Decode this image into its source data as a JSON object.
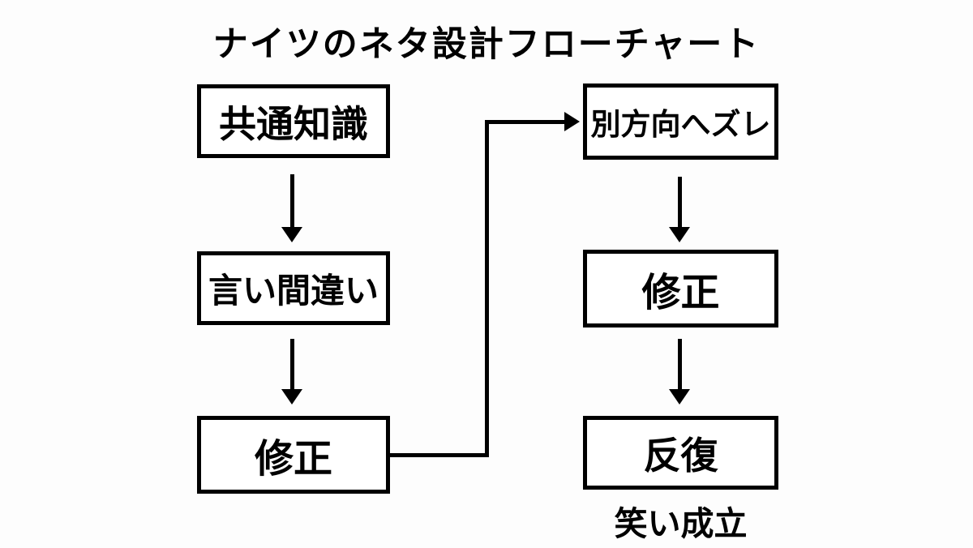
{
  "title": "ナイツのネタ設計フローチャート",
  "nodes": [
    {
      "id": "common-knowledge",
      "label": "共通知識"
    },
    {
      "id": "misstatement",
      "label": "言い間違い"
    },
    {
      "id": "correction-left",
      "label": "修正"
    },
    {
      "id": "shift-to-other-direction",
      "label": "別方向へズレ"
    },
    {
      "id": "correction-right",
      "label": "修正"
    },
    {
      "id": "repetition",
      "label": "反復"
    }
  ],
  "edges": [
    {
      "from": "common-knowledge",
      "to": "misstatement"
    },
    {
      "from": "misstatement",
      "to": "correction-left"
    },
    {
      "from": "correction-left",
      "to": "shift-to-other-direction"
    },
    {
      "from": "shift-to-other-direction",
      "to": "correction-right"
    },
    {
      "from": "correction-right",
      "to": "repetition"
    }
  ],
  "caption": "笑い成立",
  "colors": {
    "background": "#fdfdfd",
    "line": "#000000",
    "box_fill": "#ffffff",
    "text": "#000000"
  }
}
